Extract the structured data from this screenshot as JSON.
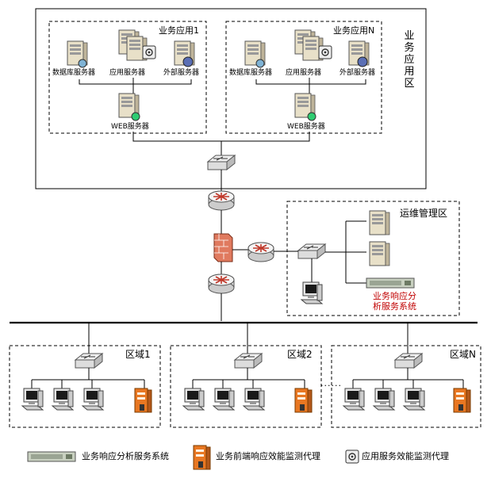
{
  "business_area": {
    "title": "业务应用区",
    "app1": {
      "title": "业务应用1",
      "db_label": "数据库服务器",
      "app_label": "应用服务器",
      "ext_label": "外部服务器",
      "web_label": "WEB服务器"
    },
    "appN": {
      "title": "业务应用N",
      "db_label": "数据库服务器",
      "app_label": "应用服务器",
      "ext_label": "外部服务器",
      "web_label": "WEB服务器"
    }
  },
  "ops_area": {
    "title": "运维管理区",
    "system_label_line1": "业务响应分",
    "system_label_line2": "析服务系统"
  },
  "regions": [
    {
      "title": "区域1"
    },
    {
      "title": "区域2"
    },
    {
      "title": "区域N"
    }
  ],
  "dots": "......",
  "legend": {
    "item1": "业务响应分析服务系统",
    "item2": "业务前端响应效能监测代理",
    "item3": "应用服务效能监测代理"
  },
  "colors": {
    "red_text": "#c00000",
    "agent_orange": "#e87722",
    "router_red": "#c0392b"
  }
}
